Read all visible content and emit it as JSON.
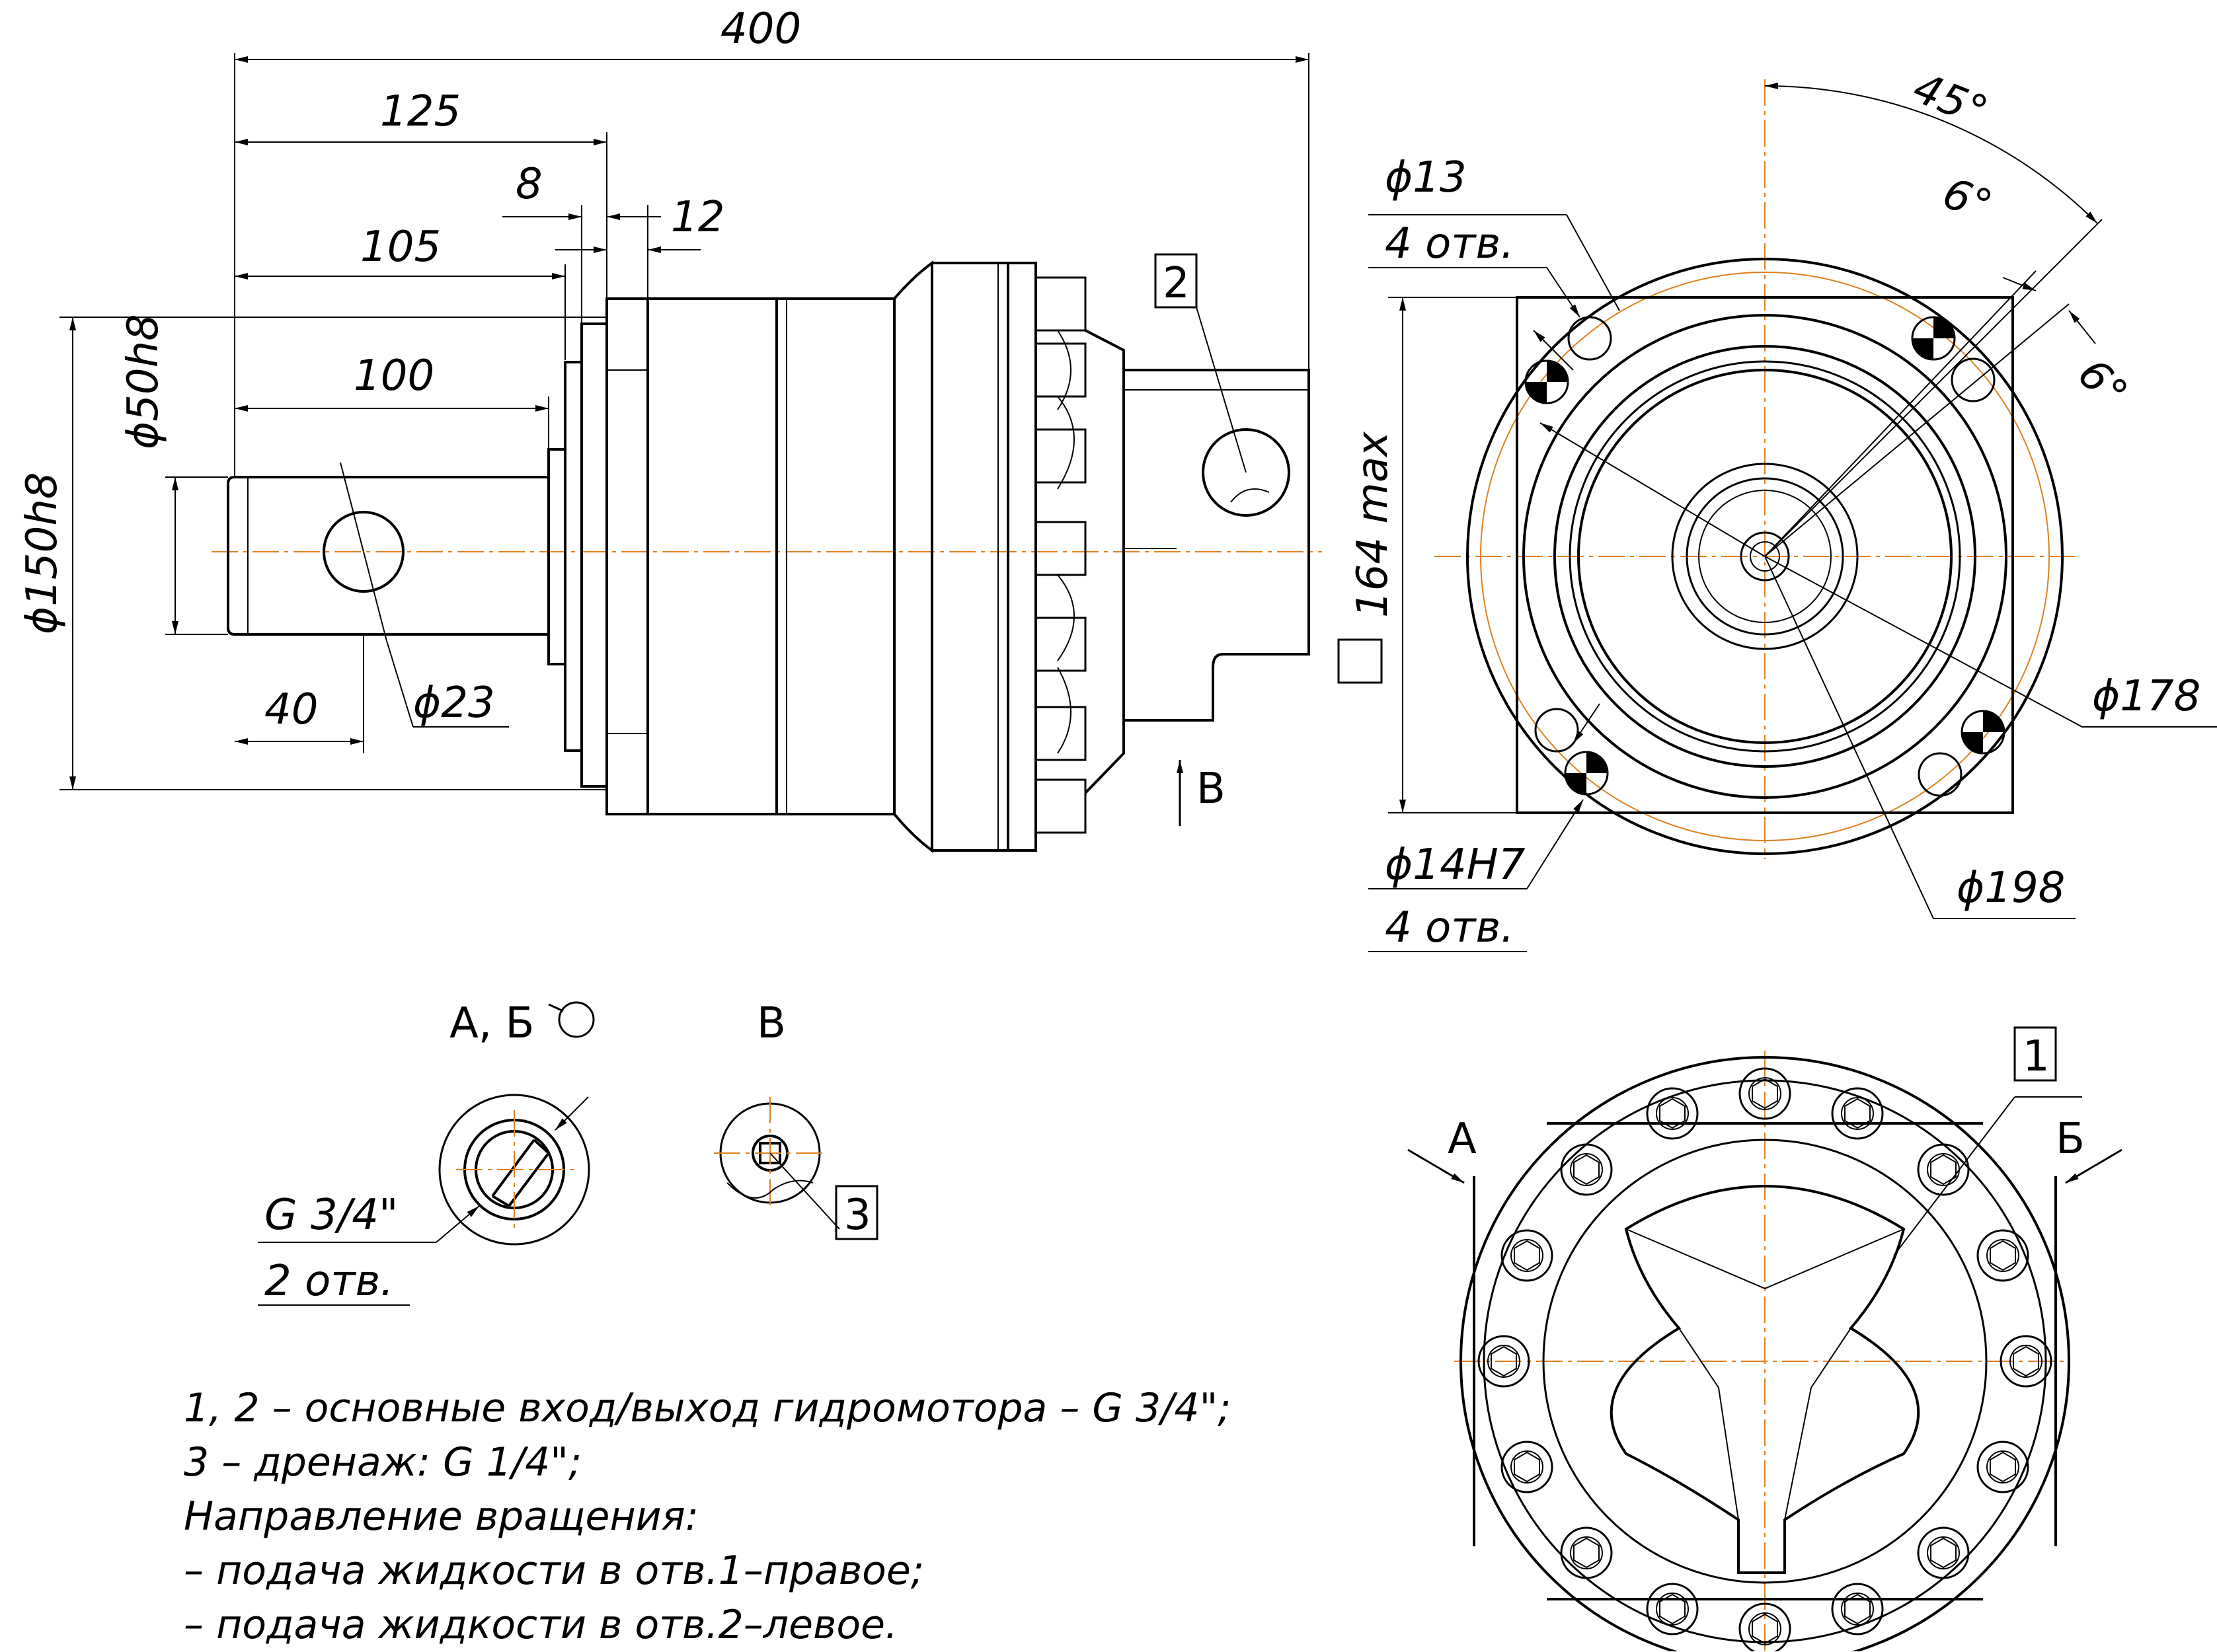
{
  "side_view": {
    "dims": {
      "overall_length": "400",
      "to_flange": "125",
      "d8": "8",
      "d12": "12",
      "d105": "105",
      "d100": "100",
      "shaft_dia": "ϕ50h8",
      "pilot_dia": "ϕ150h8",
      "d40": "40",
      "hole_dia": "ϕ23",
      "square_max": "164 max"
    },
    "callout_port_2": "2",
    "view_arrow_v": "В"
  },
  "front_view": {
    "angle_45": "45°",
    "angle_6a": "6°",
    "angle_6b": "6°",
    "hole13": "ϕ13",
    "hole13_count": "4 отв.",
    "pcd_178": "ϕ178",
    "pcd_198": "ϕ198",
    "hole14": "ϕ14H7",
    "hole14_count": "4 отв."
  },
  "detail_ab": {
    "title": "А, Б",
    "thread": "G 3/4\"",
    "count": "2 отв."
  },
  "detail_v": {
    "title": "В",
    "callout": "3"
  },
  "rear_view": {
    "callout_port_1": "1",
    "arrow_a": "А",
    "arrow_b": "Б"
  },
  "notes": {
    "line1": "1, 2 – основные вход/выход гидромотора – G 3/4\";",
    "line2": "3 – дренаж: G 1/4\";",
    "line3": "Направление вращения:",
    "line4": "– подача жидкости в отв.1–правое;",
    "line5": "– подача жидкости в отв.2–левое."
  },
  "colors": {
    "line": "#000000",
    "centerline": "#e08020",
    "background": "#ffffff"
  }
}
